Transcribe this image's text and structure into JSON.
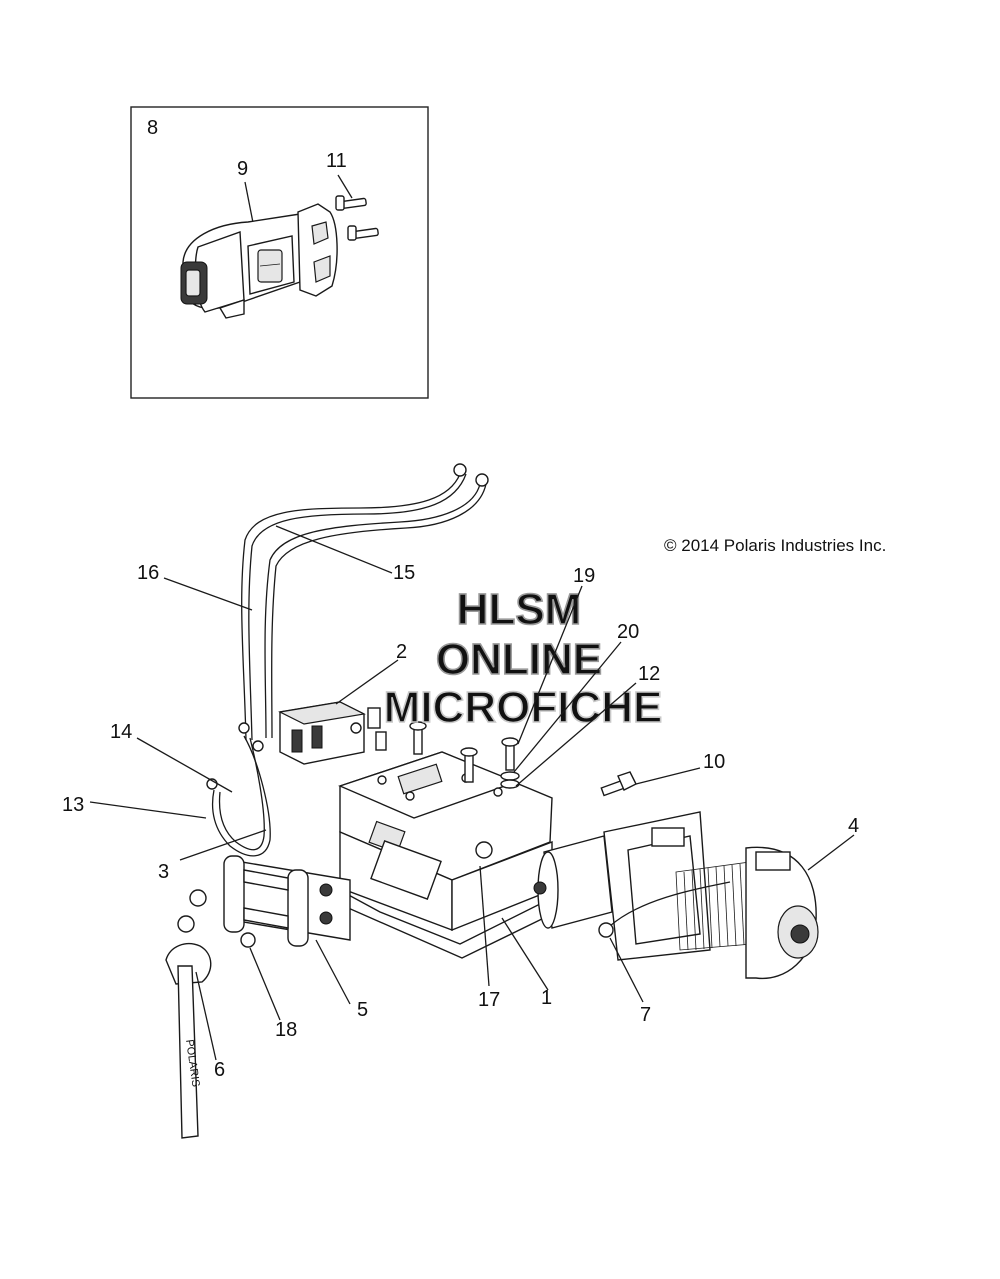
{
  "copyright": "© 2014 Polaris Industries Inc.",
  "watermark": {
    "line1": "HLSM",
    "line2": "ONLINE",
    "line3": "MICROFICHE"
  },
  "strap_text": "POLARIS",
  "inset_callouts": [
    "8",
    "9",
    "11"
  ],
  "callouts": [
    "1",
    "2",
    "3",
    "4",
    "5",
    "6",
    "7",
    "10",
    "12",
    "13",
    "14",
    "15",
    "16",
    "17",
    "18",
    "19",
    "20"
  ]
}
